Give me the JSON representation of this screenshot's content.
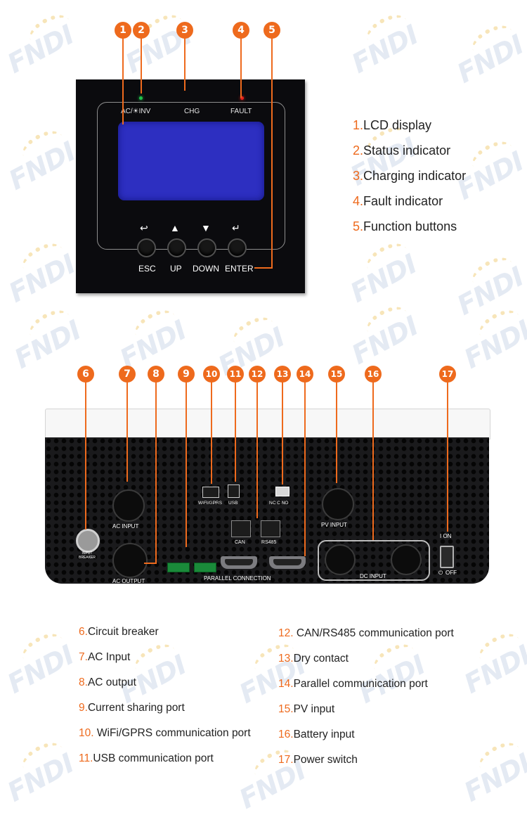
{
  "panel": {
    "status_label": "AC/☀INV",
    "charge_label": "CHG",
    "fault_label": "FAULT",
    "buttons": [
      {
        "symbol": "↩",
        "label": "ESC"
      },
      {
        "symbol": "▲",
        "label": "UP"
      },
      {
        "symbol": "▼",
        "label": "DOWN"
      },
      {
        "symbol": "↵",
        "label": "ENTER"
      }
    ],
    "status_led_color": "#22c24a",
    "fault_led_color": "#e8231c"
  },
  "callouts_top": [
    "1",
    "2",
    "3",
    "4",
    "5"
  ],
  "callouts_bottom": [
    "6",
    "7",
    "8",
    "9",
    "10",
    "11",
    "12",
    "13",
    "14",
    "15",
    "16",
    "17"
  ],
  "legend_top": [
    {
      "num": "1.",
      "text": "LCD display"
    },
    {
      "num": "2.",
      "text": "Status indicator"
    },
    {
      "num": "3.",
      "text": "Charging indicator"
    },
    {
      "num": "4.",
      "text": "Fault indicator"
    },
    {
      "num": "5.",
      "text": "Function buttons"
    }
  ],
  "legend_bottom_left": [
    {
      "num": "6.",
      "text": "Circuit breaker"
    },
    {
      "num": "7.",
      "text": "AC Input"
    },
    {
      "num": "8.",
      "text": "AC output"
    },
    {
      "num": "9.",
      "text": "Current sharing port"
    },
    {
      "num": "10.",
      "text": " WiFi/GPRS communication port"
    },
    {
      "num": "11.",
      "text": "USB communication port"
    }
  ],
  "legend_bottom_right": [
    {
      "num": "12.",
      "text": " CAN/RS485 communication port"
    },
    {
      "num": "13.",
      "text": "Dry contact"
    },
    {
      "num": "14.",
      "text": "Parallel communication port"
    },
    {
      "num": "15.",
      "text": "PV input"
    },
    {
      "num": "16.",
      "text": "Battery input"
    },
    {
      "num": "17.",
      "text": "Power switch"
    }
  ],
  "inverter": {
    "input_breaker": "INPUT\nBREAKER",
    "ac_input": "AC  INPUT",
    "ac_output": "AC  OUTPUT",
    "wifi": "WIFI/GPRS",
    "usb": "USB",
    "dry": "NC  C  NO",
    "can": "CAN",
    "rs485": "RS485",
    "parallel": "PARALLEL  CONNECTION",
    "pv_input": "PV  INPUT",
    "dc_input": "DC  INPUT",
    "on": "I  ON",
    "off": "OFF"
  },
  "watermark": "FNDI",
  "accent_color": "#ee6a1d"
}
